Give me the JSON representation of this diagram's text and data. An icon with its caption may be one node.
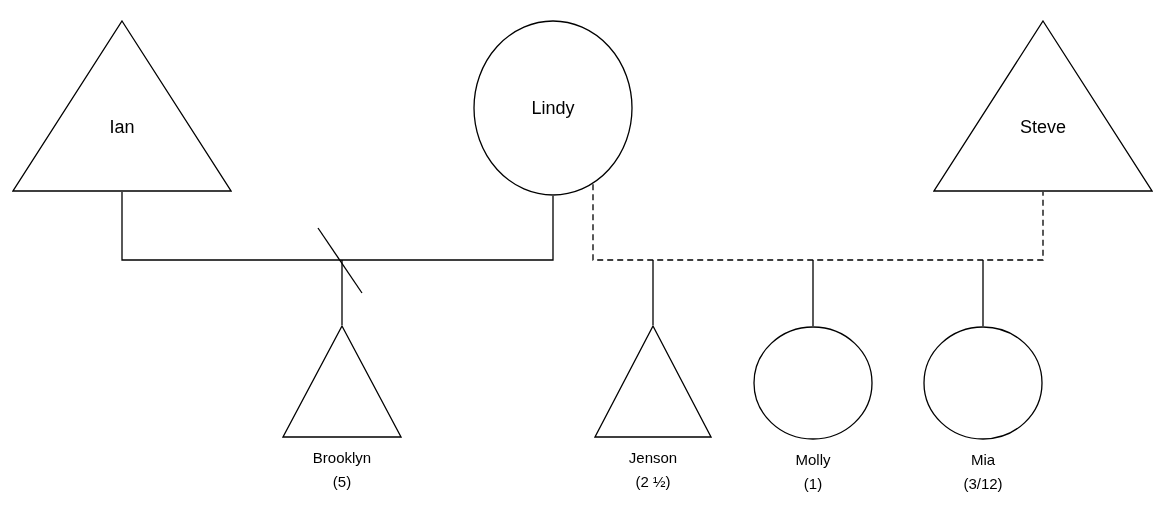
{
  "diagram": {
    "nodes": [
      {
        "text": [
          "Ian"
        ]
      },
      {
        "text": [
          "Lindy"
        ]
      },
      {
        "text": [
          "Steve"
        ]
      },
      {
        "text": [
          "Brooklyn"
        ],
        "beside": [
          "(5)"
        ]
      },
      {
        "text": [
          "Jenson"
        ],
        "beside": [
          "(2 ½)"
        ]
      },
      {
        "text": [
          "Molly"
        ],
        "beside": [
          "(1)"
        ]
      },
      {
        "text": [
          "Mia"
        ],
        "beside": [
          "(3/12)"
        ]
      }
    ],
    "edges": [
      {
        "from": 0,
        "to": 1,
        "arrow": "none"
      },
      {
        "from": null,
        "to": 3,
        "arrow": "none"
      },
      {
        "from": 1,
        "to": 2,
        "arrow": "none",
        "style": "dashed"
      },
      {
        "from": null,
        "to": 4,
        "arrow": "none"
      },
      {
        "from": null,
        "to": 5,
        "arrow": "none"
      },
      {
        "from": null,
        "to": 6,
        "arrow": "none"
      }
    ]
  }
}
